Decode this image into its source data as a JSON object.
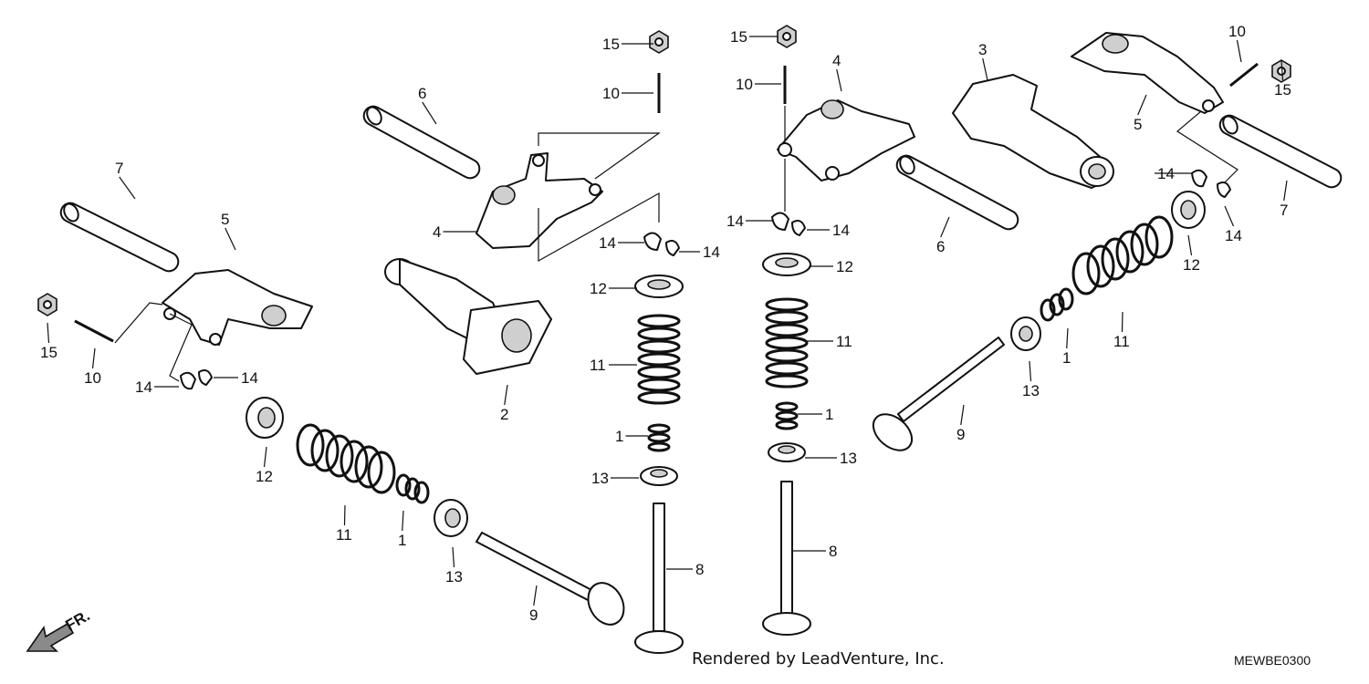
{
  "diagram": {
    "callouts": [
      {
        "text": "15"
      },
      {
        "text": "10"
      },
      {
        "text": "6"
      },
      {
        "text": "4"
      },
      {
        "text": "14"
      },
      {
        "text": "14"
      },
      {
        "text": "12"
      },
      {
        "text": "11"
      },
      {
        "text": "1"
      },
      {
        "text": "13"
      },
      {
        "text": "8"
      },
      {
        "text": "2"
      },
      {
        "text": "7"
      },
      {
        "text": "5"
      },
      {
        "text": "15"
      },
      {
        "text": "10"
      },
      {
        "text": "14"
      },
      {
        "text": "14"
      },
      {
        "text": "12"
      },
      {
        "text": "11"
      },
      {
        "text": "1"
      },
      {
        "text": "13"
      },
      {
        "text": "9"
      },
      {
        "text": "15"
      },
      {
        "text": "10"
      },
      {
        "text": "4"
      },
      {
        "text": "14"
      },
      {
        "text": "14"
      },
      {
        "text": "12"
      },
      {
        "text": "11"
      },
      {
        "text": "1"
      },
      {
        "text": "13"
      },
      {
        "text": "8"
      },
      {
        "text": "6"
      },
      {
        "text": "3"
      },
      {
        "text": "10"
      },
      {
        "text": "15"
      },
      {
        "text": "5"
      },
      {
        "text": "7"
      },
      {
        "text": "14"
      },
      {
        "text": "14"
      },
      {
        "text": "12"
      },
      {
        "text": "11"
      },
      {
        "text": "1"
      },
      {
        "text": "13"
      },
      {
        "text": "9"
      }
    ],
    "front_label": "FR.",
    "credit": "Rendered by LeadVenture, Inc.",
    "diagram_code": "MEWBE0300"
  }
}
